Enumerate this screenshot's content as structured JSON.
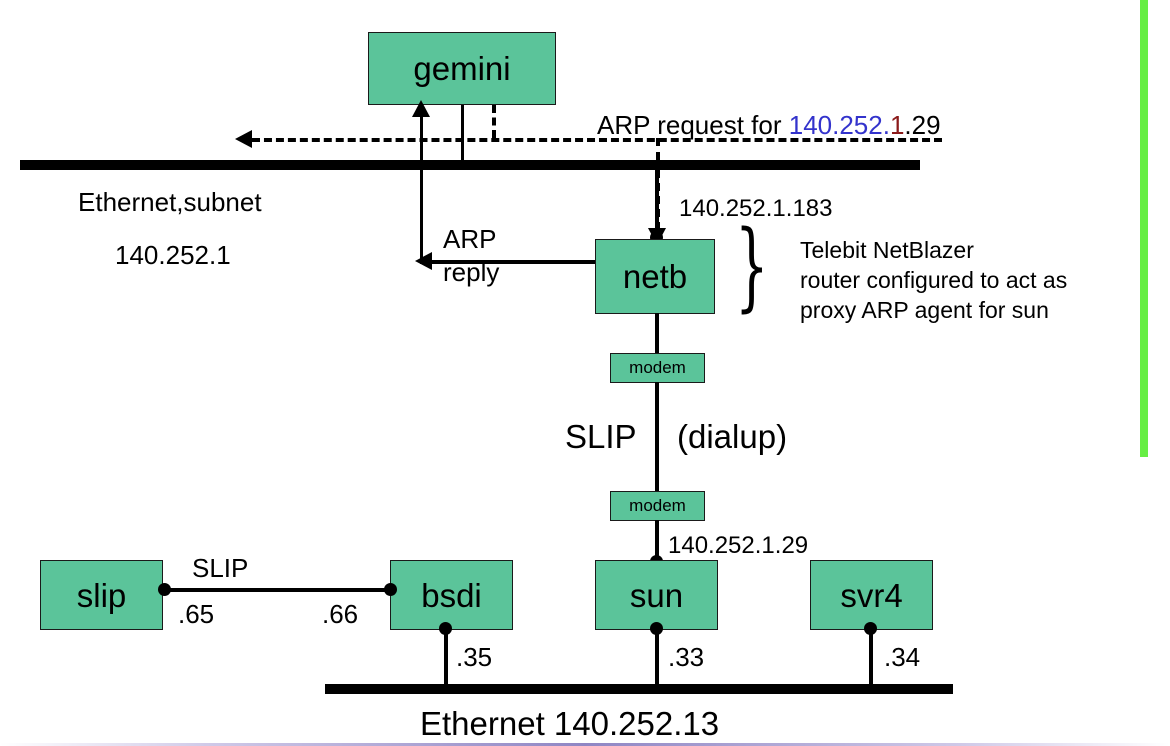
{
  "diagram": {
    "title": "Proxy ARP network topology",
    "colors": {
      "node_fill": "#5bc49a",
      "wire": "#000000",
      "ip_blue": "#3333cc",
      "ip_darkred": "#8b1a1a",
      "edge_rule_green": "#66ee44"
    }
  },
  "nodes": {
    "gemini": "gemini",
    "netb": "netb",
    "slip": "slip",
    "bsdi": "bsdi",
    "sun": "sun",
    "svr4": "svr4",
    "modem_top": "modem",
    "modem_bottom": "modem"
  },
  "networks": {
    "top": {
      "line1": "Ethernet,subnet",
      "line2": "140.252.1"
    },
    "bottom": {
      "label": "Ethernet 140.252.13"
    }
  },
  "messages": {
    "arp_request": {
      "prefix": "ARP request for ",
      "ip_blue": "140.252.",
      "ip_darkred": "1",
      "ip_black": ".29"
    },
    "arp_reply_line1": "ARP",
    "arp_reply_line2": "reply"
  },
  "addresses": {
    "netb_ethernet": "140.252.1.183",
    "sun_slip": "140.252.1.29",
    "slip_if": ".65",
    "bsdi_slip_if": ".66",
    "bsdi_ether_if": ".35",
    "sun_ether_if": ".33",
    "svr4_ether_if": ".34"
  },
  "links": {
    "slip_bsdi_label": "SLIP",
    "dialup_label_left": "SLIP",
    "dialup_label_right": "(dialup)"
  },
  "annotation": {
    "line1": "Telebit NetBlazer",
    "line2": "router configured to act as",
    "line3": "proxy ARP agent for sun",
    "brace_glyph": "}"
  }
}
